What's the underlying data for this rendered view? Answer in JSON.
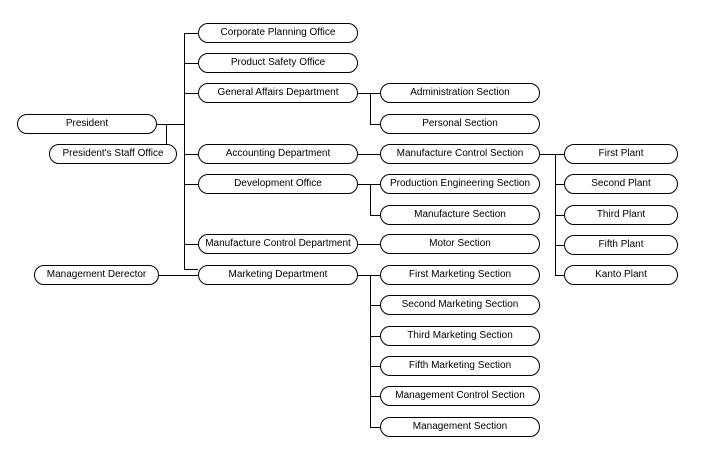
{
  "org": {
    "president": "President",
    "presidents_staff_office": "President's Staff Office",
    "management_director": "Management Derector",
    "departments": {
      "corporate_planning_office": "Corporate Planning Office",
      "product_safety_office": "Product Safety Office",
      "general_affairs_department": "General Affairs Department",
      "accounting_department": "Accounting Department",
      "development_office": "Development Office",
      "manufacture_control_department": "Manufacture Control Department",
      "marketing_department": "Marketing Department"
    },
    "sections": {
      "administration_section": "Administration Section",
      "personal_section": "Personal Section",
      "manufacture_control_section": "Manufacture Control Section",
      "production_engineering_section": "Production Engineering Section",
      "manufacture_section": "Manufacture Section",
      "motor_section": "Motor Section",
      "first_marketing_section": "First Marketing Section",
      "second_marketing_section": "Second Marketing Section",
      "third_marketing_section": "Third Marketing Section",
      "fifth_marketing_section": "Fifth Marketing Section",
      "management_control_section": "Management Control Section",
      "management_section": "Management Section"
    },
    "plants": {
      "first_plant": "First Plant",
      "second_plant": "Second Plant",
      "third_plant": "Third Plant",
      "fifth_plant": "Fifth Plant",
      "kanto_plant": "Kanto Plant"
    }
  }
}
